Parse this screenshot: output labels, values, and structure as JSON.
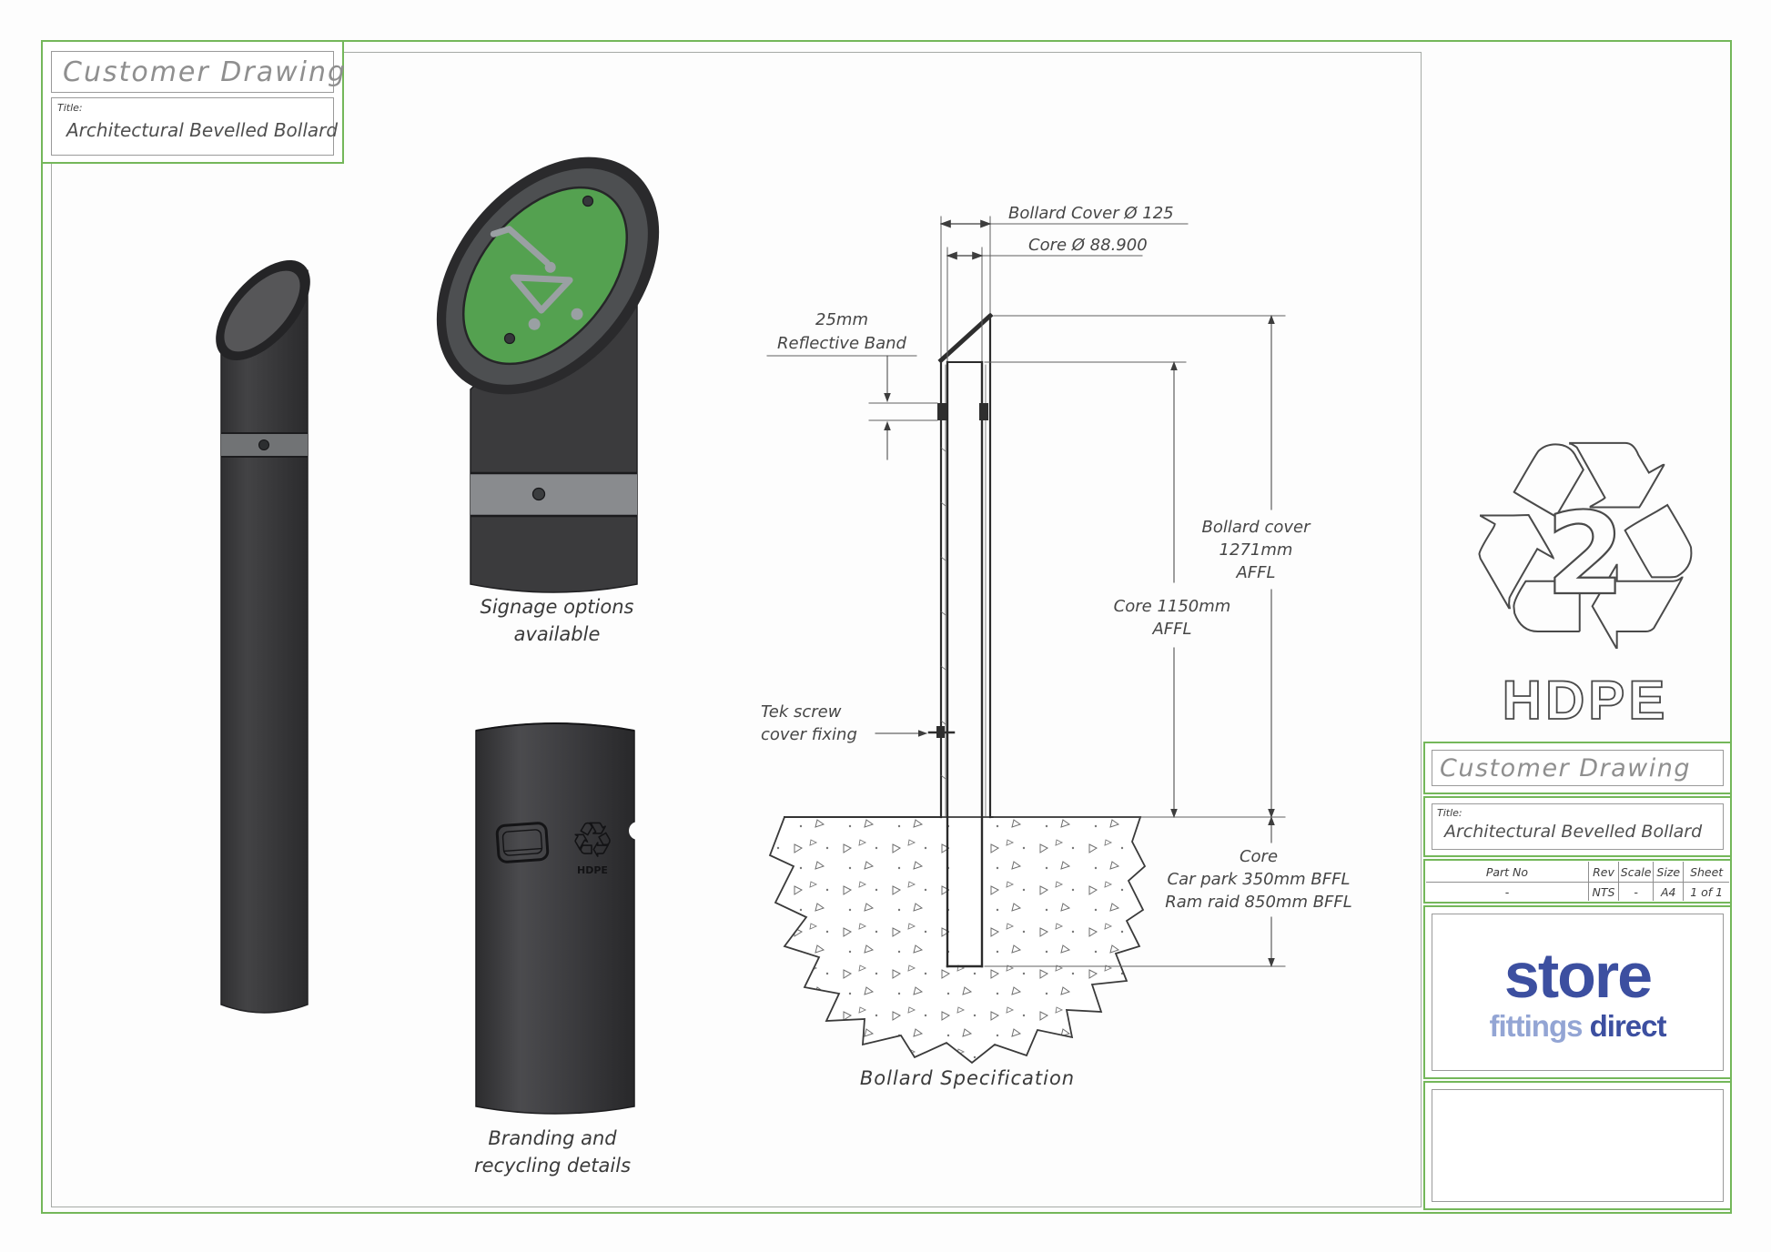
{
  "colors": {
    "border_green": "#74b75a",
    "logo_dark": "#3c4fa0",
    "logo_light": "#93a5d4",
    "sign_green": "#54a150"
  },
  "top_left_block": {
    "header": "Customer Drawing",
    "title_label": "Title:",
    "title": "Architectural Bevelled Bollard"
  },
  "captions": {
    "signage_line1": "Signage options",
    "signage_line2": "available",
    "branding_line1": "Branding and",
    "branding_line2": "recycling details",
    "spec": "Bollard Specification"
  },
  "tech": {
    "dim_cover": "Bollard Cover Ø 125",
    "dim_core": "Core Ø 88.900",
    "band_line1": "25mm",
    "band_line2": "Reflective Band",
    "cover_h1": "Bollard cover",
    "cover_h2": "1271mm",
    "cover_h3": "AFFL",
    "core_h1": "Core 1150mm",
    "core_h2": "AFFL",
    "tek1": "Tek screw",
    "tek2": "cover fixing",
    "depth1": "Core",
    "depth2": "Car park 350mm BFFL",
    "depth3": "Ram raid 850mm BFFL"
  },
  "hdpe": {
    "number": "2",
    "label": "HDPE"
  },
  "bottom_right_block": {
    "header": "Customer Drawing",
    "title_label": "Title:",
    "title": "Architectural Bevelled Bollard",
    "table": {
      "headers": [
        "Part No",
        "Rev",
        "Scale",
        "Size",
        "Sheet"
      ],
      "values": [
        "-",
        "NTS",
        "-",
        "A4",
        "1 of 1"
      ]
    },
    "logo": {
      "word1": "store",
      "word2": "fittings",
      "word3": "direct"
    }
  }
}
